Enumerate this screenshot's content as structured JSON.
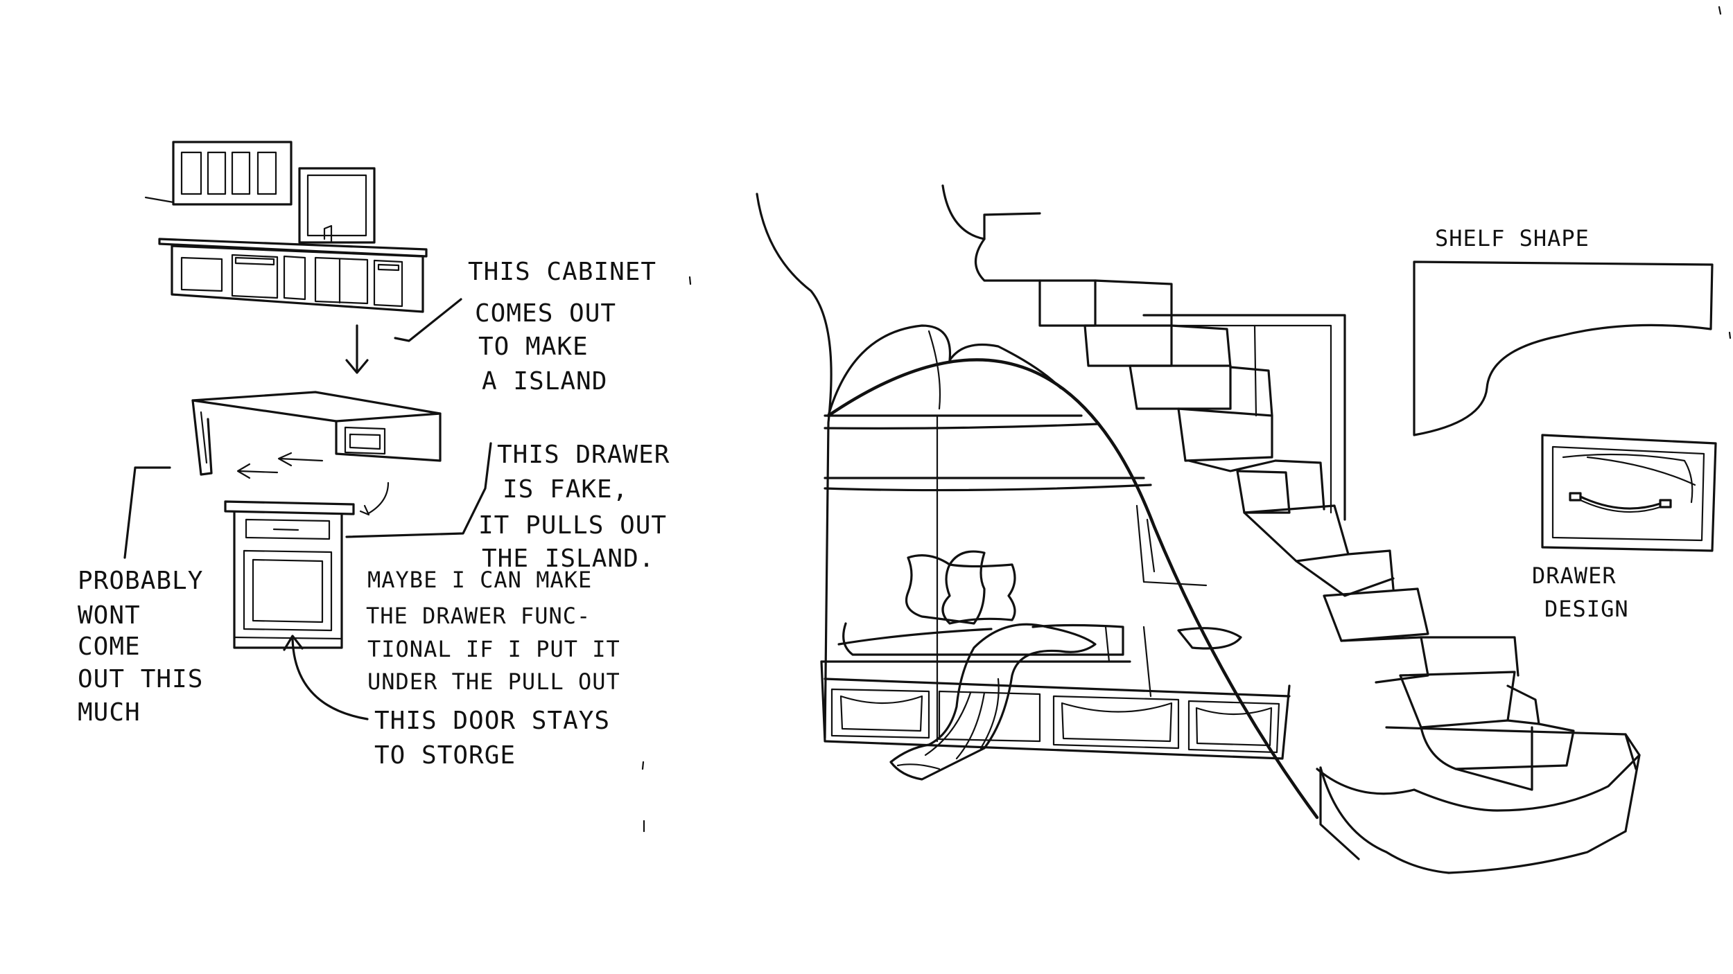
{
  "sketch": {
    "paper_color": "#ffffff",
    "ink_color": "#111111",
    "notes": {
      "cabinet": [
        "THIS CABINET",
        "COMES OUT",
        "TO MAKE",
        "A ISLAND"
      ],
      "drawer_fake": [
        "THIS DRAWER",
        "IS FAKE,",
        "IT PULLS OUT",
        "THE ISLAND."
      ],
      "probably": [
        "PROBABLY",
        "WONT",
        "COME",
        "OUT THIS",
        "MUCH"
      ],
      "maybe": [
        "MAYBE I CAN MAKE",
        "THE DRAWER FUNC-",
        "TIONAL IF I PUT IT",
        "UNDER THE PULL OUT"
      ],
      "door": [
        "THIS DOOR STAYS",
        "TO STORGE"
      ],
      "shelf_shape": "SHELF SHAPE",
      "drawer_design": [
        "DRAWER",
        "DESIGN"
      ]
    },
    "icons": {
      "kitchen": "kitchen-elevation-sketch",
      "island": "island-cabinet-sketch",
      "base_cabinet": "base-cabinet-sketch",
      "stair_nook": "stair-reading-nook-sketch",
      "shelf": "shelf-profile-sketch",
      "drawer": "drawer-with-handle-sketch"
    }
  }
}
